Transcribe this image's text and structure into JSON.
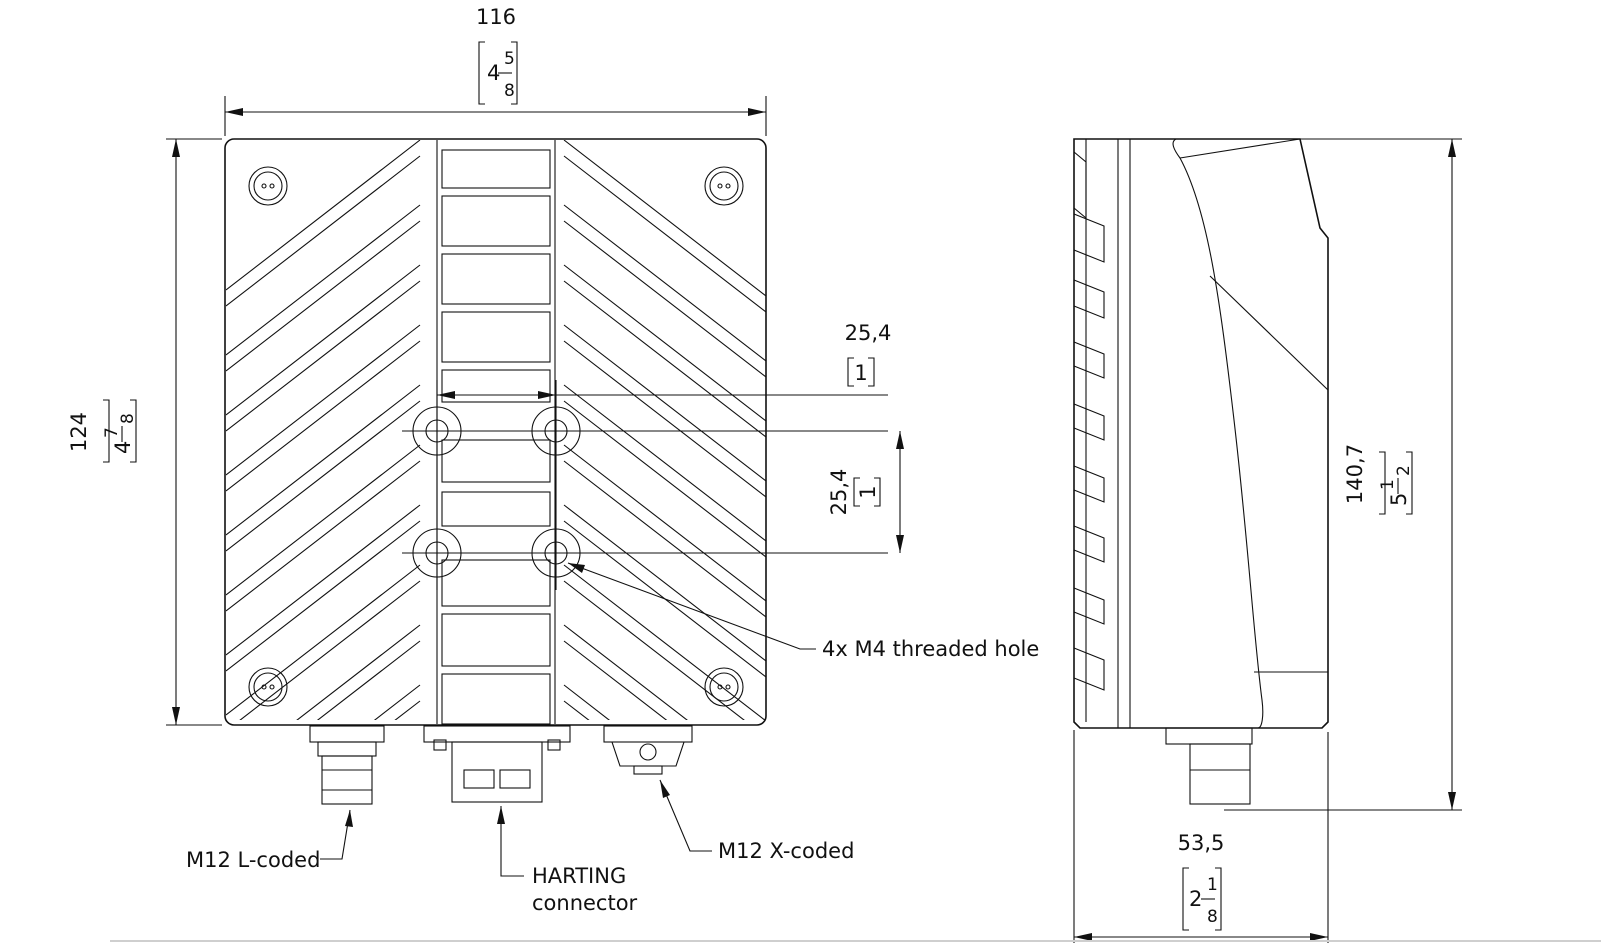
{
  "front_view": {
    "width_mm": "116",
    "width_in": {
      "whole": "4",
      "num": "5",
      "den": "8"
    },
    "height_mm": "124",
    "height_in": {
      "whole": "4",
      "num": "7",
      "den": "8"
    },
    "hole_spacing_h_mm": "25,4",
    "hole_spacing_h_in": "1",
    "hole_spacing_v_mm": "25,4",
    "hole_spacing_v_in": "1"
  },
  "side_view": {
    "depth_mm": "53,5",
    "depth_in": {
      "whole": "2",
      "num": "1",
      "den": "8"
    },
    "height_mm": "140,7",
    "height_in": {
      "whole": "5",
      "num": "1",
      "den": "2"
    }
  },
  "callouts": {
    "threaded_hole": "4x M4 threaded hole",
    "m12_l": "M12 L-coded",
    "harting_line1": "HARTING",
    "harting_line2": "connector",
    "m12_x": "M12 X-coded"
  }
}
